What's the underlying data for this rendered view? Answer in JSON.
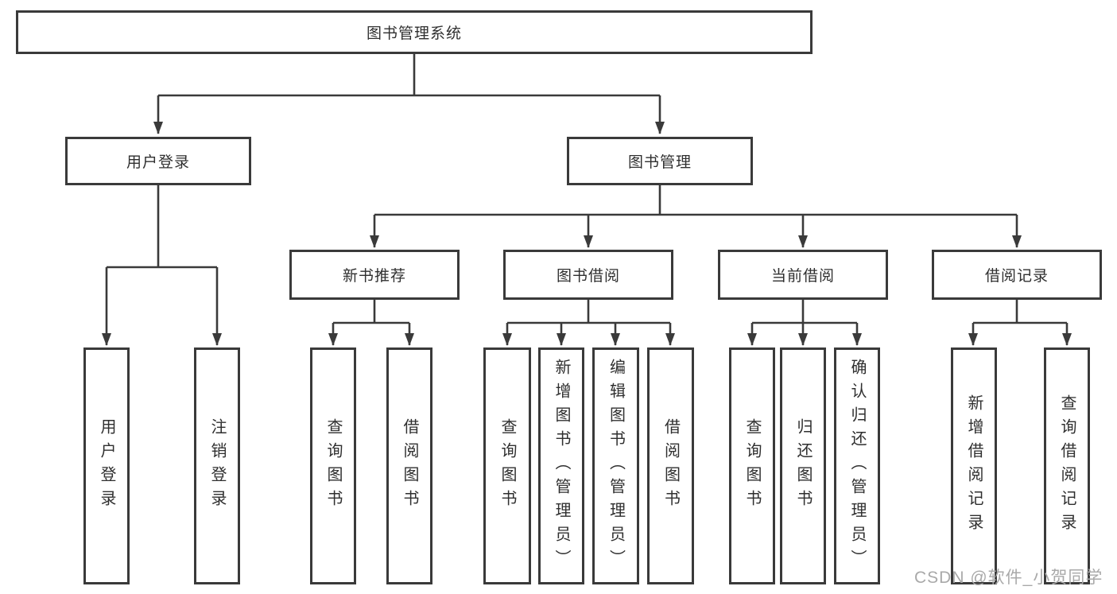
{
  "diagram_title": "图书管理系统",
  "tree": {
    "label": "图书管理系统",
    "children": [
      {
        "label": "用户登录",
        "children": [
          {
            "label": "用户登录"
          },
          {
            "label": "注销登录"
          }
        ]
      },
      {
        "label": "图书管理",
        "children": [
          {
            "label": "新书推荐",
            "children": [
              {
                "label": "查询图书"
              },
              {
                "label": "借阅图书"
              }
            ]
          },
          {
            "label": "图书借阅",
            "children": [
              {
                "label": "查询图书"
              },
              {
                "label": "新增图书（管理员）"
              },
              {
                "label": "编辑图书（管理员）"
              },
              {
                "label": "借阅图书"
              }
            ]
          },
          {
            "label": "当前借阅",
            "children": [
              {
                "label": "查询图书"
              },
              {
                "label": "归还图书"
              },
              {
                "label": "确认归还（管理员）"
              }
            ]
          },
          {
            "label": "借阅记录",
            "children": [
              {
                "label": "新增借阅记录"
              },
              {
                "label": "查询借阅记录"
              }
            ]
          }
        ]
      }
    ]
  },
  "watermark": {
    "text": "CSDN @软件_小贺同学"
  },
  "colors": {
    "line-color": "#3a3a3a",
    "text-color": "#2f2f2f",
    "watermark-color": "#a9a9a9",
    "background": "#ffffff"
  }
}
